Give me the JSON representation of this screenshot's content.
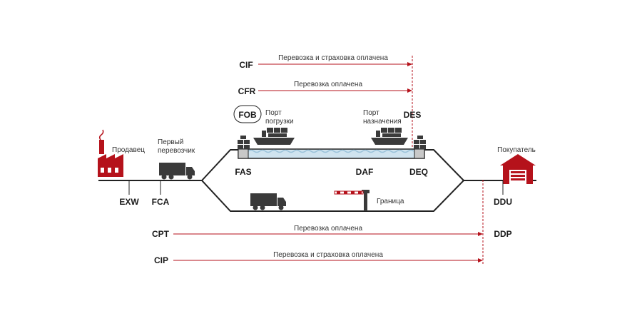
{
  "colors": {
    "accent": "#b5121b",
    "line": "#222222",
    "vehicle": "#3a3a3a",
    "water": "#cfe3ef",
    "dock": "#c8c8c8"
  },
  "terms": {
    "cif": "CIF",
    "cfr": "CFR",
    "fob": "FOB",
    "des": "DES",
    "fas": "FAS",
    "daf": "DAF",
    "deq": "DEQ",
    "exw": "EXW",
    "fca": "FCA",
    "cpt": "CPT",
    "cip": "CIP",
    "ddu": "DDU",
    "ddp": "DDP"
  },
  "labels": {
    "seller": "Продавец",
    "first_carrier_line1": "Первый",
    "first_carrier_line2": "перевозчик",
    "port_loading_line1": "Порт",
    "port_loading_line2": "погрузки",
    "port_destination_line1": "Порт",
    "port_destination_line2": "назначения",
    "buyer": "Покупатель",
    "border": "Граница"
  },
  "arrows": {
    "cif": "Перевозка и страховка оплачена",
    "cfr": "Перевозка оплачена",
    "cpt": "Перевозка оплачена",
    "cip": "Перевозка и страховка оплачена"
  },
  "icons": [
    "factory-icon",
    "truck-icon",
    "ship-icon",
    "warehouse-icon",
    "barrier-icon",
    "container-stack-icon"
  ]
}
